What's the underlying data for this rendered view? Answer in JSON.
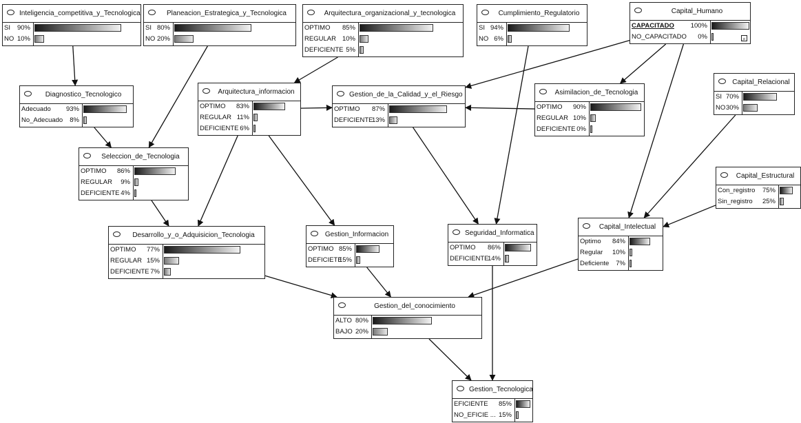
{
  "nodes": {
    "inteligencia": {
      "title": "Inteligencia_competitiva_y_Tecnologica",
      "states": [
        {
          "label": "SI",
          "pct": "90%",
          "value": 90
        },
        {
          "label": "NO",
          "pct": "10%",
          "value": 10
        }
      ]
    },
    "planeacion": {
      "title": "Planeacion_Estrategica_y_Tecnologica",
      "states": [
        {
          "label": "SI",
          "pct": "80%",
          "value": 80
        },
        {
          "label": "NO",
          "pct": "20%",
          "value": 20
        }
      ]
    },
    "arq_org": {
      "title": "Arquitectura_organizacional_y_tecnologica",
      "states": [
        {
          "label": "OPTIMO",
          "pct": "85%",
          "value": 85
        },
        {
          "label": "REGULAR",
          "pct": "10%",
          "value": 10
        },
        {
          "label": "DEFICIENTE",
          "pct": "5%",
          "value": 5
        }
      ]
    },
    "cumplimiento": {
      "title": "Cumplimiento_Regulatorio",
      "states": [
        {
          "label": "SI",
          "pct": "94%",
          "value": 94
        },
        {
          "label": "NO",
          "pct": "6%",
          "value": 6
        }
      ]
    },
    "capital_humano": {
      "title": "Capital_Humano",
      "states": [
        {
          "label": "CAPACITADO",
          "pct": "100%",
          "value": 100
        },
        {
          "label": "NO_CAPACITADO",
          "pct": "0%",
          "value": 0
        }
      ]
    },
    "diagnostico": {
      "title": "Diagnostico_Tecnologico",
      "states": [
        {
          "label": "Adecuado",
          "pct": "93%",
          "value": 93
        },
        {
          "label": "No_Adecuado",
          "pct": "8%",
          "value": 8
        }
      ]
    },
    "arq_info": {
      "title": "Arquitectura_informacion",
      "states": [
        {
          "label": "OPTIMO",
          "pct": "83%",
          "value": 83
        },
        {
          "label": "REGULAR",
          "pct": "11%",
          "value": 11
        },
        {
          "label": "DEFICIENTE",
          "pct": "6%",
          "value": 6
        }
      ]
    },
    "calidad": {
      "title": "Gestion_de_la_Calidad_y_el_Riesgo",
      "states": [
        {
          "label": "OPTIMO",
          "pct": "87%",
          "value": 87
        },
        {
          "label": "DEFICIENTE",
          "pct": "13%",
          "value": 13
        }
      ]
    },
    "asimilacion": {
      "title": "Asimilacion_de_Tecnologia",
      "states": [
        {
          "label": "OPTIMO",
          "pct": "90%",
          "value": 90
        },
        {
          "label": "REGULAR",
          "pct": "10%",
          "value": 10
        },
        {
          "label": "DEFICIENTE",
          "pct": "0%",
          "value": 0
        }
      ]
    },
    "capital_relacional": {
      "title": "Capital_Relacional",
      "states": [
        {
          "label": "SI",
          "pct": "70%",
          "value": 70
        },
        {
          "label": "NO",
          "pct": "30%",
          "value": 30
        }
      ]
    },
    "seleccion": {
      "title": "Seleccion_de_Tecnologia",
      "states": [
        {
          "label": "OPTIMO",
          "pct": "86%",
          "value": 86
        },
        {
          "label": "REGULAR",
          "pct": "9%",
          "value": 9
        },
        {
          "label": "DEFICIENTE",
          "pct": "4%",
          "value": 4
        }
      ]
    },
    "capital_estructural": {
      "title": "Capital_Estructural",
      "states": [
        {
          "label": "Con_registro",
          "pct": "75%",
          "value": 75
        },
        {
          "label": "Sin_registro",
          "pct": "25%",
          "value": 25
        }
      ]
    },
    "desarrollo": {
      "title": "Desarrollo_y_o_Adquisicion_Tecnologia",
      "states": [
        {
          "label": "OPTIMO",
          "pct": "77%",
          "value": 77
        },
        {
          "label": "REGULAR",
          "pct": "15%",
          "value": 15
        },
        {
          "label": "DEFICIENTE",
          "pct": "7%",
          "value": 7
        }
      ]
    },
    "gestion_info": {
      "title": "Gestion_Informacion",
      "states": [
        {
          "label": "OPTIMO",
          "pct": "85%",
          "value": 85
        },
        {
          "label": "DEFICIETE",
          "pct": "15%",
          "value": 15
        }
      ]
    },
    "seguridad": {
      "title": "Seguridad_Informatica",
      "states": [
        {
          "label": "OPTIMO",
          "pct": "86%",
          "value": 86
        },
        {
          "label": "DEFICIENTE",
          "pct": "14%",
          "value": 14
        }
      ]
    },
    "capital_intelectual": {
      "title": "Capital_Intelectual",
      "states": [
        {
          "label": "Optimo",
          "pct": "84%",
          "value": 84
        },
        {
          "label": "Regular",
          "pct": "10%",
          "value": 10
        },
        {
          "label": "Deficiente",
          "pct": "7%",
          "value": 7
        }
      ]
    },
    "gestion_conocimiento": {
      "title": "Gestion_del_conocimiento",
      "states": [
        {
          "label": "ALTO",
          "pct": "80%",
          "value": 80
        },
        {
          "label": "BAJO",
          "pct": "20%",
          "value": 20
        }
      ]
    },
    "gestion_tecnologica": {
      "title": "Gestion_Tecnologica",
      "states": [
        {
          "label": "EFICIENTE",
          "pct": "85%",
          "value": 85
        },
        {
          "label": "NO_EFICIE ...",
          "pct": "15%",
          "value": 15
        }
      ]
    }
  },
  "edges": [
    [
      "inteligencia",
      "diagnostico"
    ],
    [
      "planeacion",
      "seleccion"
    ],
    [
      "diagnostico",
      "seleccion"
    ],
    [
      "seleccion",
      "desarrollo"
    ],
    [
      "arq_org",
      "arq_info"
    ],
    [
      "arq_info",
      "calidad"
    ],
    [
      "arq_info",
      "desarrollo"
    ],
    [
      "arq_info",
      "gestion_info"
    ],
    [
      "capital_humano",
      "calidad"
    ],
    [
      "capital_humano",
      "asimilacion"
    ],
    [
      "capital_humano",
      "capital_intelectual"
    ],
    [
      "asimilacion",
      "calidad"
    ],
    [
      "cumplimiento",
      "seguridad"
    ],
    [
      "calidad",
      "seguridad"
    ],
    [
      "capital_relacional",
      "capital_intelectual"
    ],
    [
      "capital_estructural",
      "capital_intelectual"
    ],
    [
      "desarrollo",
      "gestion_conocimiento"
    ],
    [
      "gestion_info",
      "gestion_conocimiento"
    ],
    [
      "capital_intelectual",
      "gestion_conocimiento"
    ],
    [
      "gestion_conocimiento",
      "gestion_tecnologica"
    ],
    [
      "seguridad",
      "gestion_tecnologica"
    ]
  ]
}
